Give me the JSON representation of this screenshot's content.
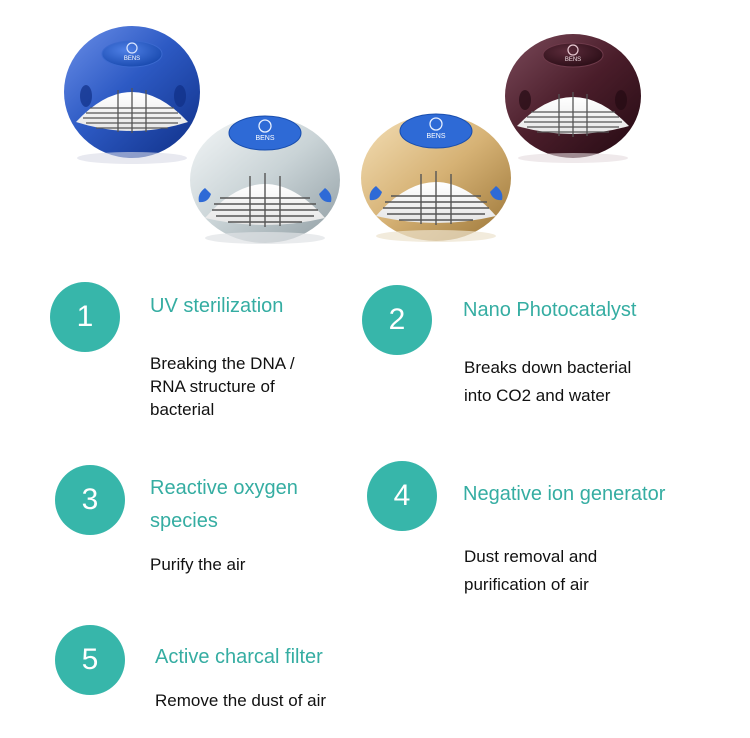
{
  "colors": {
    "accent": "#37b6aa",
    "title": "#35ada2",
    "text": "#111111"
  },
  "products": [
    {
      "name": "blue-purifier",
      "badge": "BENS",
      "body_color": "#2f5fc7"
    },
    {
      "name": "silver-purifier",
      "badge": "BENS",
      "body_color": "#c9d3d6"
    },
    {
      "name": "gold-purifier",
      "badge": "BENS",
      "body_color": "#d6b275"
    },
    {
      "name": "brown-purifier",
      "badge": "BENS",
      "body_color": "#4a1d2a"
    }
  ],
  "features": [
    {
      "number": "1",
      "title": "UV sterilization",
      "description": "Breaking the DNA /\nRNA structure of\nbacterial"
    },
    {
      "number": "2",
      "title": "Nano Photocatalyst",
      "description": "Breaks down bacterial\ninto CO2 and  water"
    },
    {
      "number": "3",
      "title": "Reactive oxygen\nspecies",
      "description": "Purify the air"
    },
    {
      "number": "4",
      "title": "Negative ion generator",
      "description": "Dust removal and\npurification of air"
    },
    {
      "number": "5",
      "title": "Active charcal filter",
      "description": "Remove the dust of air"
    }
  ]
}
